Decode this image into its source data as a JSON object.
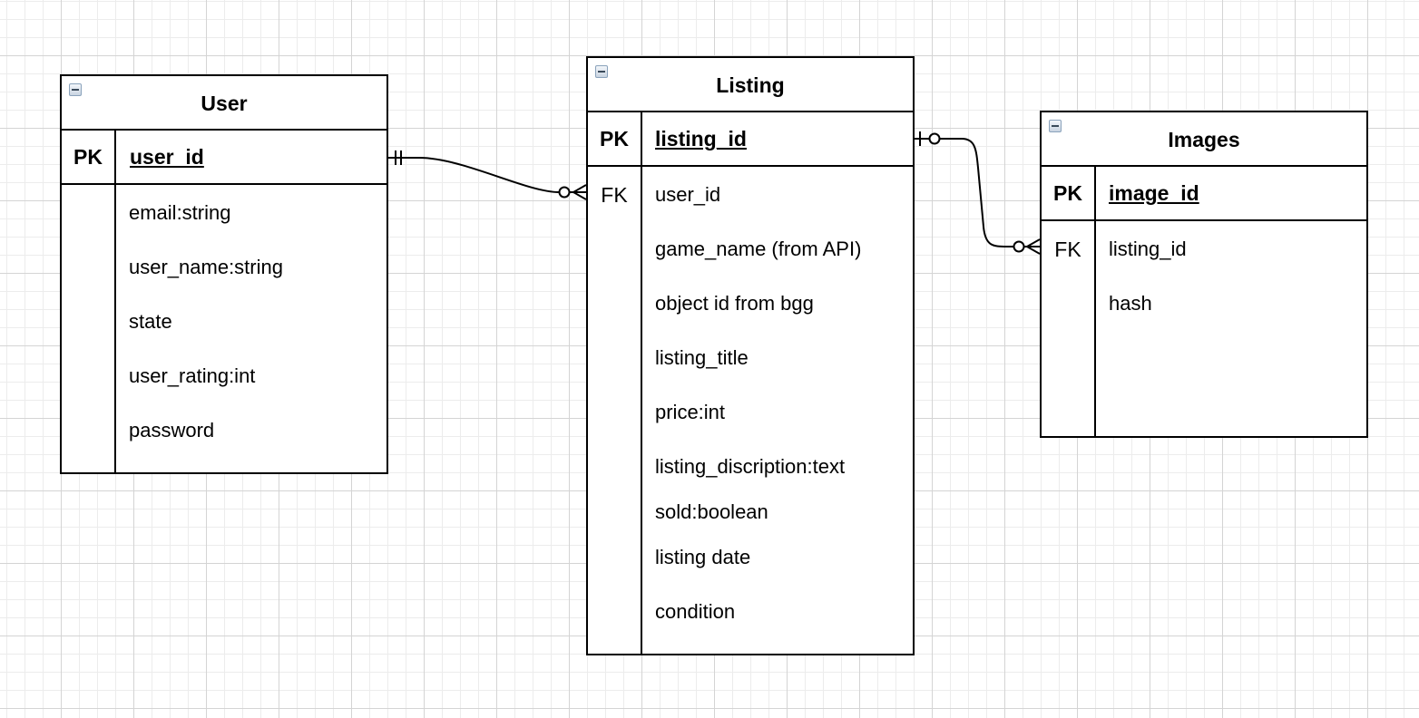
{
  "user": {
    "title": "User",
    "pk_label": "PK",
    "pk_field": "user_id",
    "fields": [
      "email:string",
      "user_name:string",
      "state",
      "user_rating:int",
      "password"
    ]
  },
  "listing": {
    "title": "Listing",
    "pk_label": "PK",
    "pk_field": "listing_id",
    "fk_label": "FK",
    "fields": [
      "user_id",
      "game_name (from API)",
      "object id from bgg",
      "listing_title",
      "price:int",
      "listing_discription:text",
      "sold:boolean",
      "listing date",
      "condition"
    ]
  },
  "images": {
    "title": "Images",
    "pk_label": "PK",
    "pk_field": "image_id",
    "fk_label": "FK",
    "fields": [
      "listing_id",
      "hash"
    ]
  }
}
